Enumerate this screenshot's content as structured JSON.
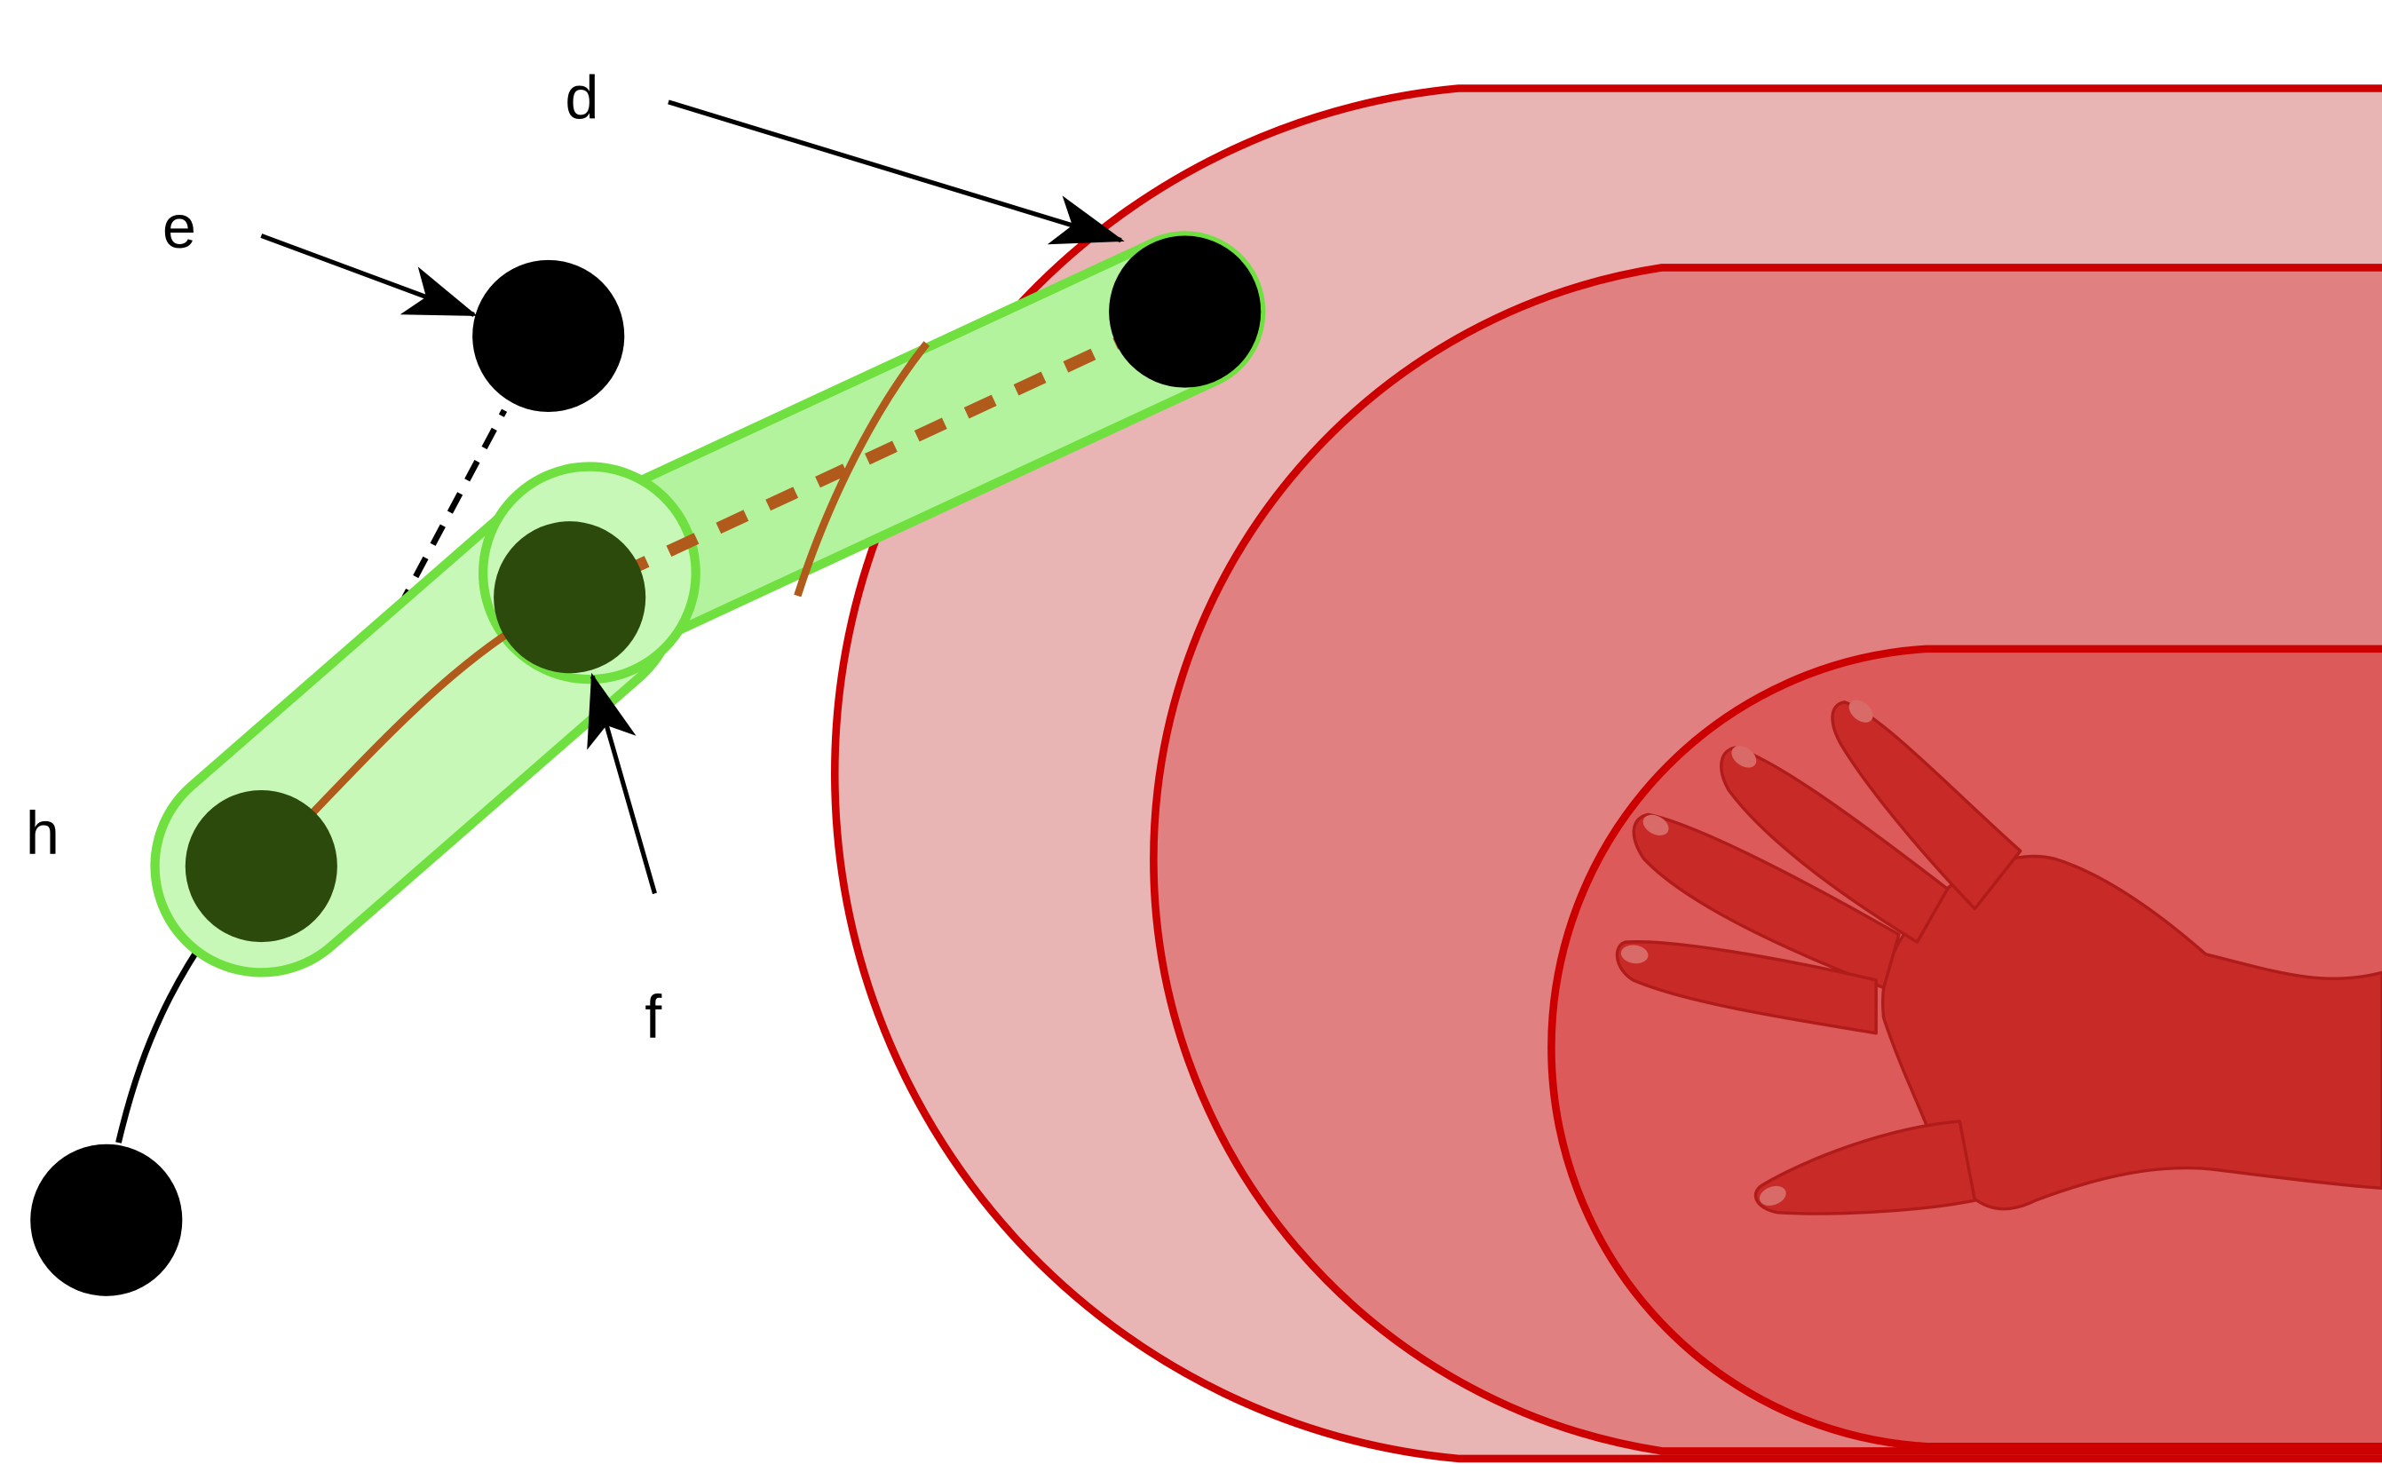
{
  "labels": {
    "d": "d",
    "e": "e",
    "f": "f",
    "h": "h"
  },
  "colors": {
    "zone_stroke": "#cc0000",
    "zone_outer_fill": "#e8b4b4",
    "zone_middle_fill": "#e08080",
    "zone_inner_fill": "#dc5a5a",
    "hand_skin": "#c82a28",
    "link_fill": "#c8f8b8",
    "link_stroke": "#70e040",
    "joint_dark": "#2b4a0c",
    "joint_black": "#000000",
    "trajectory": "#b05a1c",
    "arrow": "#000000"
  },
  "icons": {
    "hand": "human-hand-icon"
  }
}
